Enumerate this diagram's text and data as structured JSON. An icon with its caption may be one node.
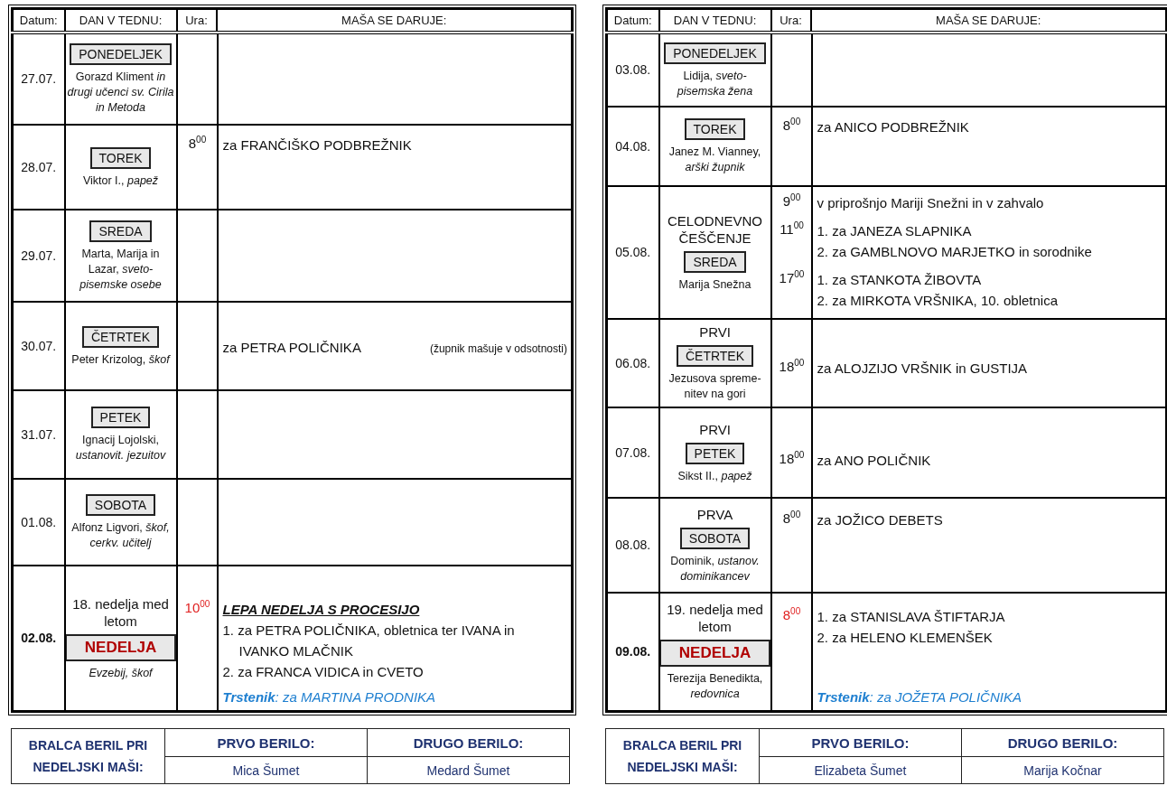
{
  "diagram": {
    "labels": [
      "Datum:",
      "DAN V TEDNU:",
      "Ura:",
      "MAŠA SE DARUJE:",
      "27.07.",
      "PONEDELJEK",
      "Gorazd Kliment *in drugi učenci sv. Cirila in Metoda*",
      "28.07.",
      "TOREK",
      "Viktor I., *papež*",
      "8$^{00}$",
      "za FRANČIŠKO PODBREŽNIK",
      "29.07.",
      "SREDA",
      "Marta, Marija in Lazar, *sveto-pisemske osebe*",
      "30.07.",
      "ČETRTEK",
      "Peter Krizolog, *škof*",
      "za PETRA POLIČNIKA",
      "(župnik mašuje v odsotnosti)",
      "31.07.",
      "PETEK",
      "Ignacij Lojolski, *ustanovit. jezuitov*",
      "01.08.",
      "SOBOTA",
      "Alfonz Ligvori, *škof, cerkv. učitelj*",
      "02.08.",
      "18. nedelja med letom",
      "NEDELJA",
      "Evzebij, škof",
      "10$^{00}$",
      "LEPA NEDELJA S PROCESIJO",
      "1. za PETRA POLIČNIKA, obletnica ter IVANA in IVANKO MLAČNIK",
      "2. za FRANCA VIDICA in CVETO",
      "**Trstenik**: za MARTINA PRODNIKA",
      "BRALCA BERIL PRI NEDELJSKI MAŠI:",
      "PRVO BERILO:",
      "DRUGO BERILO:",
      "Mica Šumet",
      "Medard Šumet",
      "Datum:",
      "DAN V TEDNU:",
      "Ura:",
      "MAŠA SE DARUJE:",
      "03.08.",
      "PONEDELJEK",
      "Lidija, *sveto-pisemska žena*",
      "04.08.",
      "TOREK",
      "Janez M. Vianney, *arški župnik*",
      "8$^{00}$",
      "za ANICO PODBREŽNIK",
      "05.08.",
      "CELODNEVNO ČEŠČENJE",
      "SREDA",
      "Marija Snežna",
      "9$^{00}$",
      "v priprošnjo Mariji Snežni in v zahvalo",
      "11$^{00}$",
      "1. za JANEZA SLAPNIKA",
      "2. za GAMBLNOVO MARJETKO in sorodnike",
      "17$^{00}$",
      "1. za STANKOTA ŽIBOVTA",
      "2. za MIRKOTA VRŠNIKA, 10. obletnica",
      "06.08.",
      "PRVI",
      "ČETRTEK",
      "Jezusova spreme-nitev na gori",
      "18$^{00}$",
      "za ALOJZIJO VRŠNIK in GUSTIJA",
      "07.08.",
      "PRVI",
      "PETEK",
      "Sikst II., *papež*",
      "18$^{00}$",
      "za ANO POLIČNIK",
      "08.08.",
      "PRVA",
      "SOBOTA",
      "Dominik, *ustanov. dominikancev*",
      "8$^{00}$",
      "za JOŽICO DEBETS",
      "09.08.",
      "19. nedelja med letom",
      "NEDELJA",
      "Terezija Benedikta, *redovnica*",
      "8$^{00}$",
      "1. za STANISLAVA ŠTIFTARJA",
      "2. za HELENO KLEMENŠEK",
      "**Trstenik**: za JOŽETA POLIČNIKA",
      "BRALCA BERIL PRI NEDELJSKI MAŠI:",
      "PRVO BERILO:",
      "DRUGO BERILO:",
      "Elizabeta Šumet",
      "Marija Kočnar"
    ]
  }
}
